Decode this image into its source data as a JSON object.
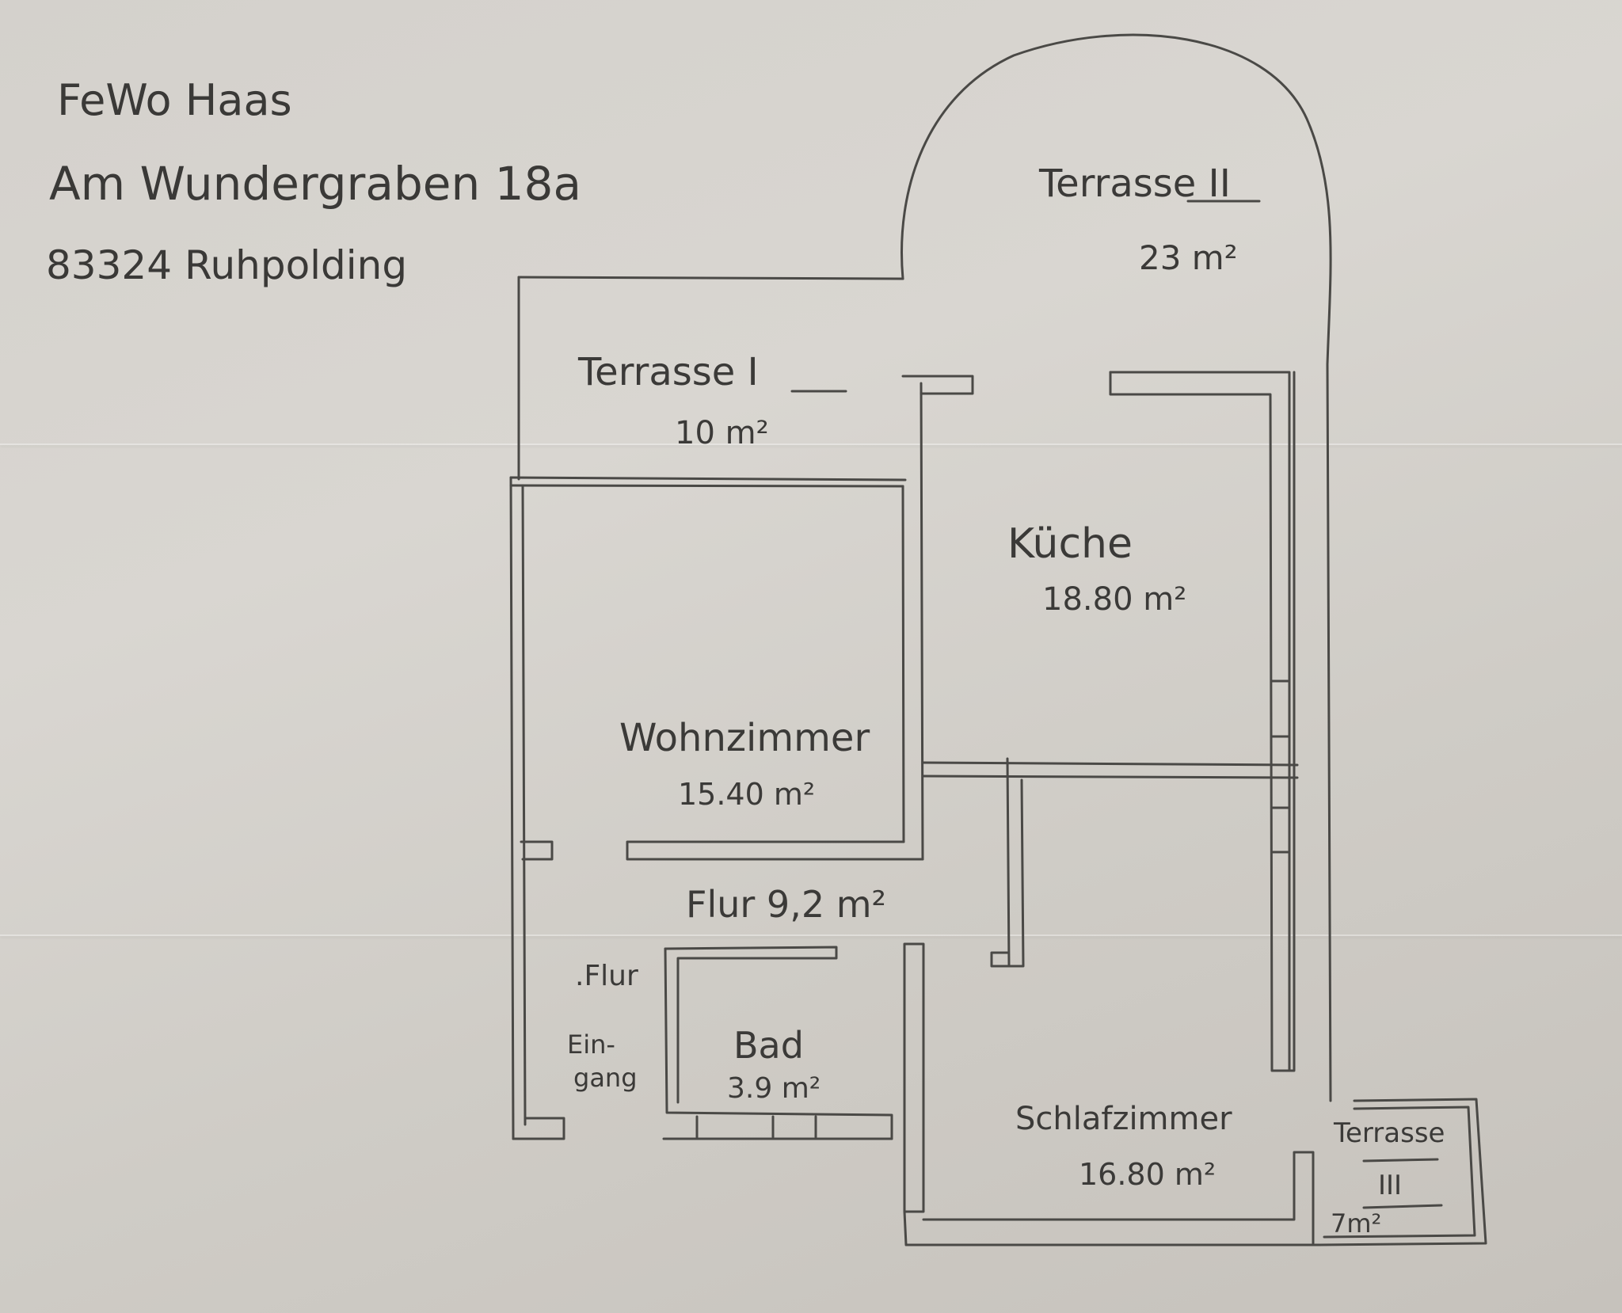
{
  "header": {
    "line1": "FeWo Haas",
    "line2": "Am Wundergraben 18a",
    "line3": "83324 Ruhpolding"
  },
  "rooms": {
    "terrasse_1": {
      "name": "Terrasse I",
      "area": "10 m²"
    },
    "terrasse_2": {
      "name": "Terrasse II",
      "area": "23 m²"
    },
    "terrasse_3": {
      "name": "Terrasse",
      "numeral": "III",
      "area": "7m²"
    },
    "kueche": {
      "name": "Küche",
      "area": "18.80 m²"
    },
    "wohnzimmer": {
      "name": "Wohnzimmer",
      "area": "15.40 m²"
    },
    "flur": {
      "name": "Flur 9,2 m²"
    },
    "flur_small": {
      "name": ".Flur"
    },
    "eingang": {
      "line1": "Ein-",
      "line2": "gang"
    },
    "bad": {
      "name": "Bad",
      "area": "3.9 m²"
    },
    "schlafzimmer": {
      "name": "Schlafzimmer",
      "area": "16.80 m²"
    }
  },
  "colors": {
    "pencil": "#4a4946",
    "paper": "#d6d3ce"
  }
}
